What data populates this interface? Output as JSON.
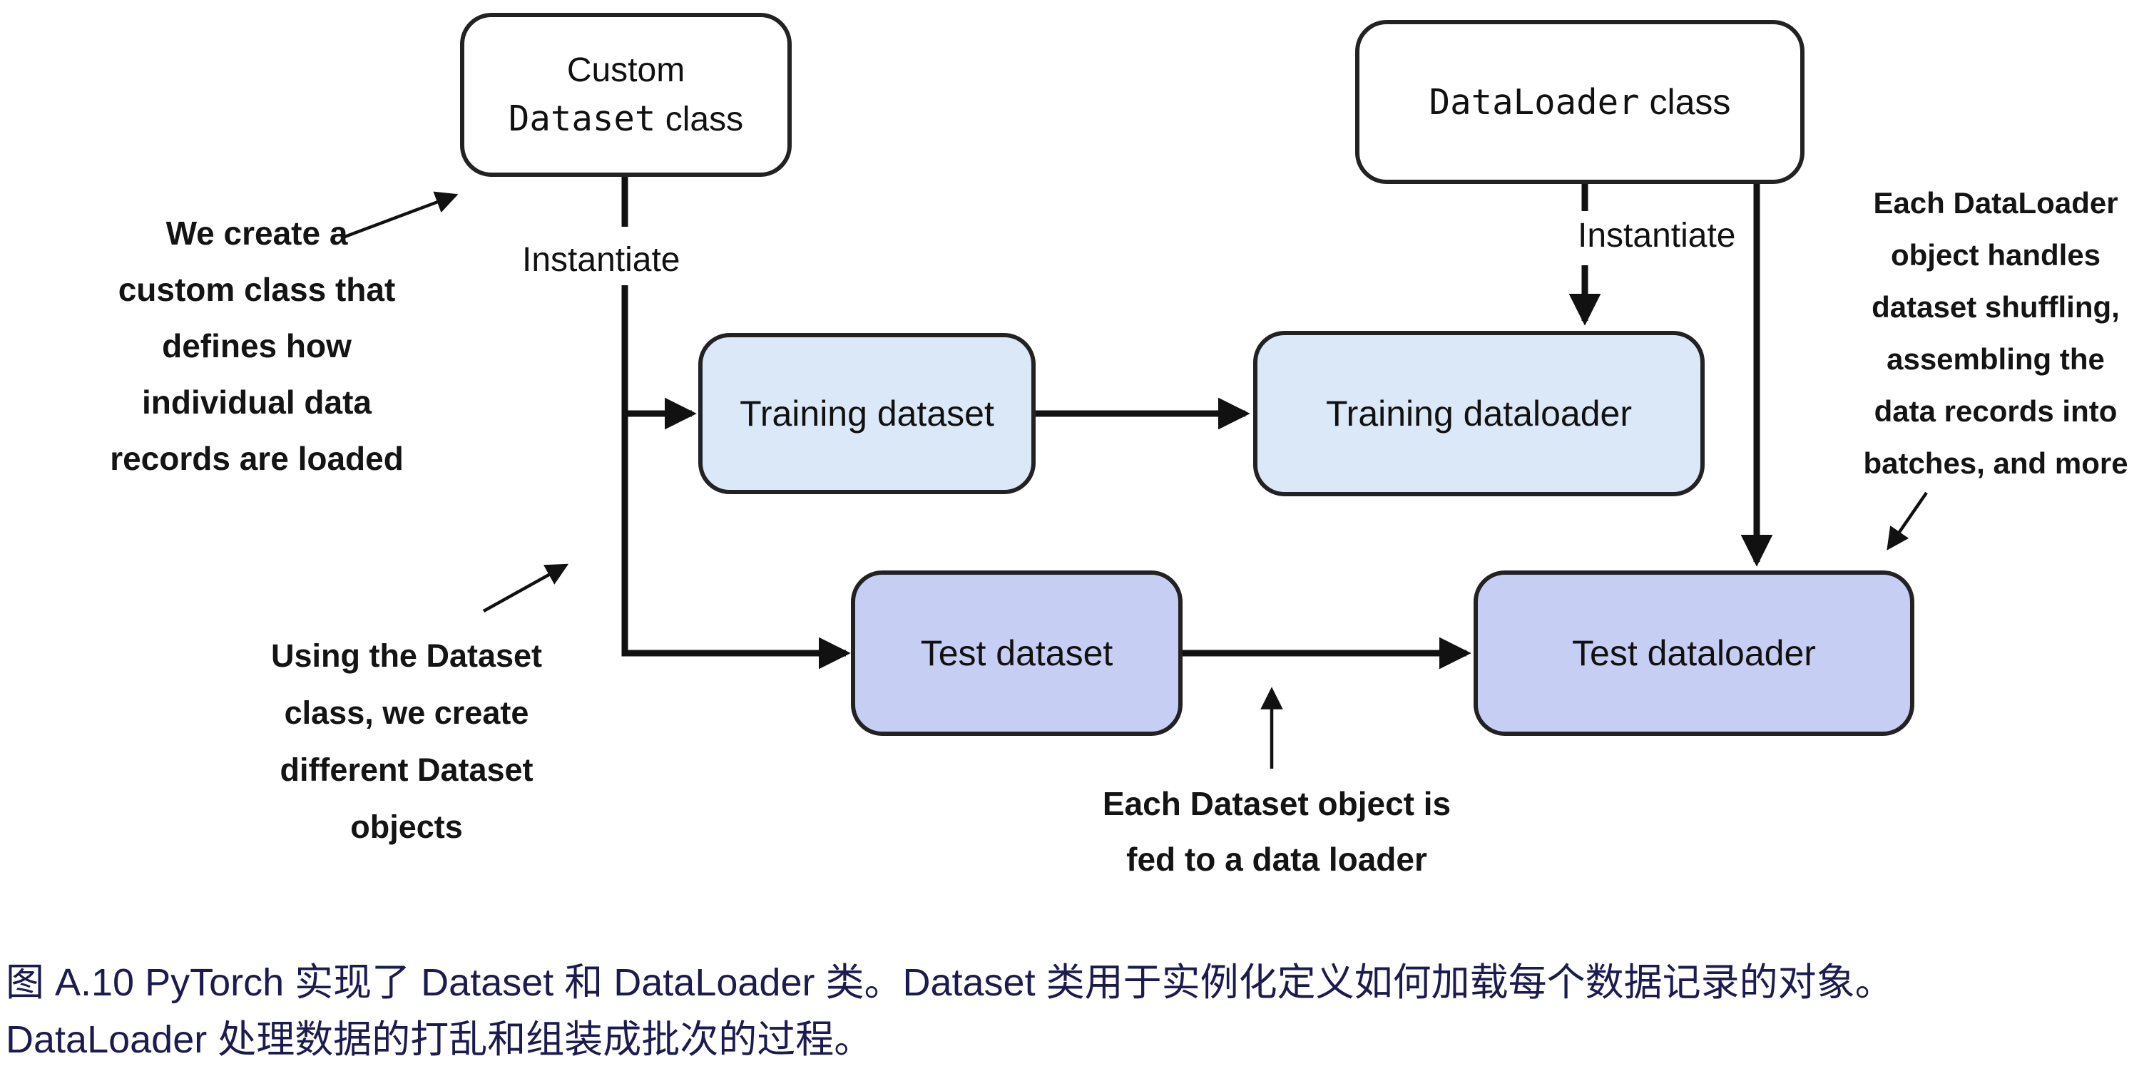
{
  "figure": {
    "nodes": {
      "custom_dataset_class": {
        "title": "Custom",
        "code": "Dataset",
        "rest": " class"
      },
      "dataloader_class": {
        "code": "DataLoader",
        "rest": " class"
      },
      "training_dataset": {
        "label": "Training dataset"
      },
      "training_dataloader": {
        "label": "Training dataloader"
      },
      "test_dataset": {
        "label": "Test dataset"
      },
      "test_dataloader": {
        "label": "Test dataloader"
      }
    },
    "edge_labels": {
      "instantiate_left": "Instantiate",
      "instantiate_right": "Instantiate"
    },
    "annotations": {
      "we_create": [
        "We create a",
        "custom class that",
        "defines how",
        "individual data",
        "records are loaded"
      ],
      "using_dataset": [
        "Using the Dataset",
        "class, we create",
        "different Dataset",
        "objects"
      ],
      "each_dataloader": [
        "Each DataLoader",
        "object handles",
        "dataset shuffling,",
        "assembling the",
        "data records into",
        "batches, and more"
      ],
      "each_dataset_fed": [
        "Each Dataset object is",
        "fed to a data loader"
      ]
    },
    "colors": {
      "background": "#ffffff",
      "node_border": "#222222",
      "connector_line": "#111111",
      "training_box_fill": "#dbe8f7",
      "test_box_fill": "#c6cef4",
      "annotation_text": "#141414",
      "caption_text": "#1b1b4f"
    }
  },
  "caption": {
    "line1": "图 A.10 PyTorch 实现了 Dataset 和 DataLoader 类。Dataset 类用于实例化定义如何加载每个数据记录的对象。",
    "line2": "DataLoader 处理数据的打乱和组装成批次的过程。"
  }
}
